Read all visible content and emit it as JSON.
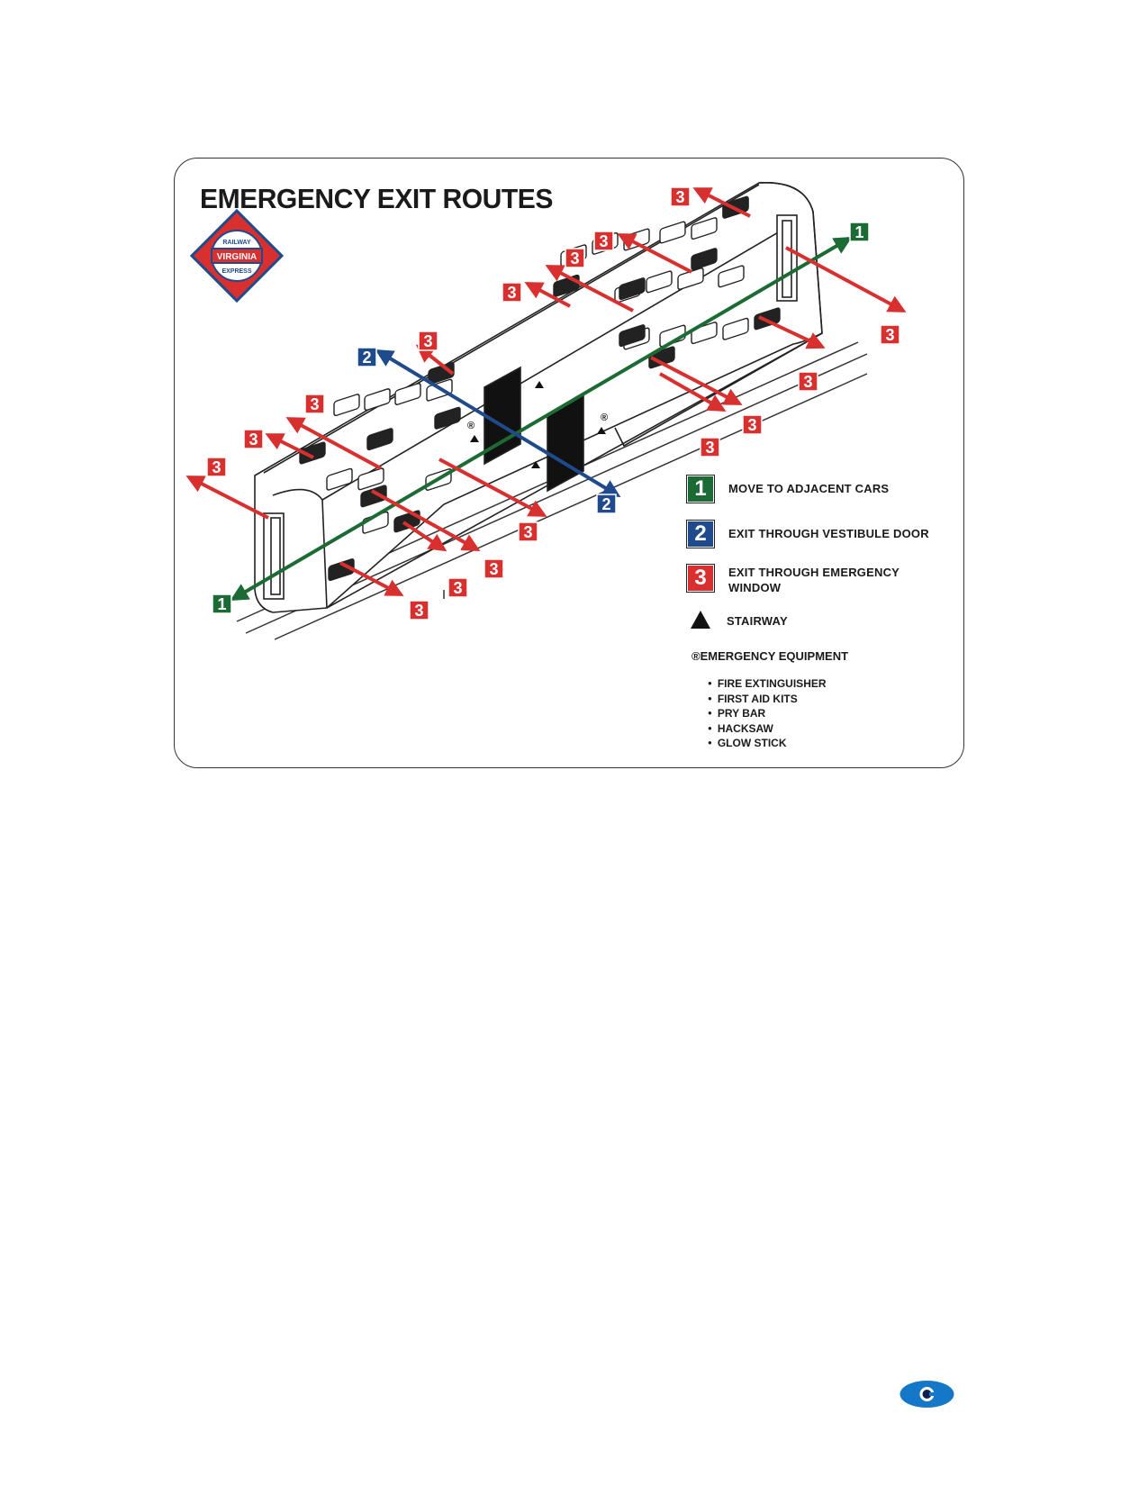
{
  "title": "EMERGENCY EXIT ROUTES",
  "logo": {
    "top_text": "RAILWAY",
    "middle_text": "VIRGINIA",
    "bottom_text": "EXPRESS"
  },
  "colors": {
    "route1": "#1d6b34",
    "route2": "#1f4a8c",
    "route3": "#d8302f",
    "logo_red": "#d8302f",
    "logo_blue": "#1f4a8c"
  },
  "legend": [
    {
      "badge": "1",
      "label": "MOVE TO ADJACENT CARS",
      "color": "#1d6b34"
    },
    {
      "badge": "2",
      "label": "EXIT THROUGH VESTIBULE DOOR",
      "color": "#1f4a8c"
    },
    {
      "badge": "3",
      "label": "EXIT THROUGH EMERGENCY WINDOW",
      "color": "#d8302f"
    }
  ],
  "stairway_label": "STAIRWAY",
  "equipment_symbol": "®",
  "equipment_title": "EMERGENCY EQUIPMENT",
  "equipment_items": [
    "FIRE EXTINGUISHER",
    "FIRST AID KITS",
    "PRY BAR",
    "HACKSAW",
    "GLOW STICK"
  ],
  "route_badges": {
    "route1": "1",
    "route2": "2",
    "route3": "3"
  }
}
